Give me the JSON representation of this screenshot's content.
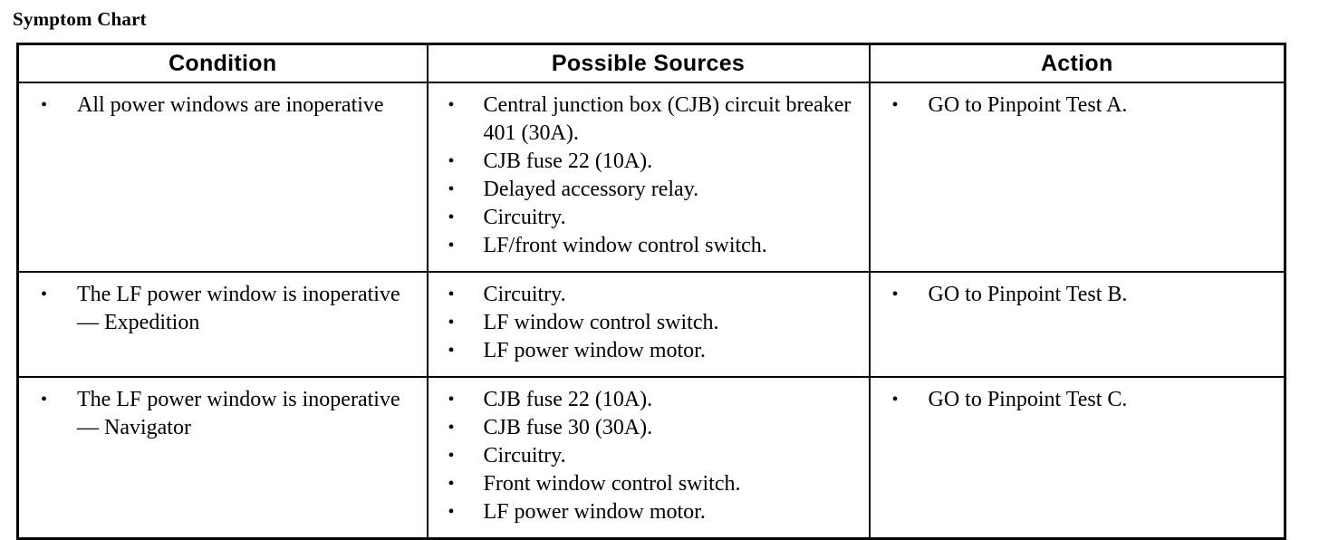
{
  "document": {
    "title": "Symptom Chart"
  },
  "table": {
    "headers": [
      {
        "id": "condition",
        "label": "Condition"
      },
      {
        "id": "sources",
        "label": "Possible Sources"
      },
      {
        "id": "action",
        "label": "Action"
      }
    ],
    "bullet_glyph": "•",
    "rows": [
      {
        "condition": [
          "All power windows are inoperative"
        ],
        "sources": [
          "Central junction box (CJB) circuit breaker 401 (30A).",
          "CJB fuse 22 (10A).",
          "Delayed accessory relay.",
          "Circuitry.",
          "LF/front window control switch."
        ],
        "action": [
          "GO to Pinpoint Test A."
        ]
      },
      {
        "condition": [
          "The LF power window is inoperative — Expedition"
        ],
        "sources": [
          "Circuitry.",
          "LF window control switch.",
          "LF power window motor."
        ],
        "action": [
          "GO to Pinpoint Test B."
        ]
      },
      {
        "condition": [
          "The LF power window is inoperative — Navigator"
        ],
        "sources": [
          "CJB fuse 22 (10A).",
          "CJB fuse 30 (30A).",
          "Circuitry.",
          "Front window control switch.",
          "LF power window motor."
        ],
        "action": [
          "GO to Pinpoint Test C."
        ]
      }
    ]
  },
  "colors": {
    "background": "#ffffff",
    "text": "#000000",
    "border": "#000000"
  }
}
